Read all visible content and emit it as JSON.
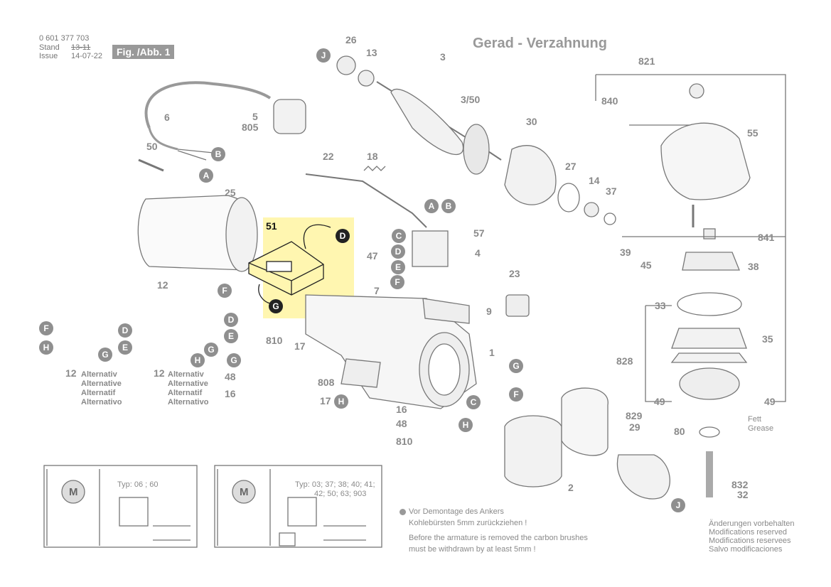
{
  "header": {
    "part_number": "0 601 377 703",
    "stand_label": "Stand",
    "issue_label": "Issue",
    "stand_date": "13-11",
    "issue_date": "14-07-22",
    "figure_label": "Fig. /Abb. 1",
    "title": "Gerad - Verzahnung"
  },
  "part_numbers": {
    "p26": "26",
    "p13": "13",
    "p3": "3",
    "p3_50": "3/50",
    "p6": "6",
    "p5": "5",
    "p805": "805",
    "p50": "50",
    "p25": "25",
    "p22": "22",
    "p18": "18",
    "p30": "30",
    "p27": "27",
    "p14": "14",
    "p37": "37",
    "p57": "57",
    "p4": "4",
    "p47": "47",
    "p7": "7",
    "p51": "51",
    "p23": "23",
    "p9": "9",
    "p1": "1",
    "p12a": "12",
    "p12b": "12",
    "p12c": "12",
    "p810a": "810",
    "p17a": "17",
    "p48a": "48",
    "p16a": "16",
    "p808": "808",
    "p17b": "17",
    "p16b": "16",
    "p48b": "48",
    "p810b": "810",
    "p2": "2",
    "p829": "829",
    "p29": "29",
    "p821": "821",
    "p840": "840",
    "p55": "55",
    "p841": "841",
    "p39": "39",
    "p45": "45",
    "p38": "38",
    "p33": "33",
    "p35": "35",
    "p828": "828",
    "p49a": "49",
    "p49b": "49",
    "p80": "80",
    "p832": "832",
    "p32": "32"
  },
  "wire_markers": {
    "J1": "J",
    "B1": "B",
    "A1": "A",
    "A2": "A",
    "B2": "B",
    "C1": "C",
    "D1": "D",
    "E1": "E",
    "F1": "F",
    "D_hl": "D",
    "G_hl": "G",
    "F2": "F",
    "D2": "D",
    "E2": "E",
    "F3": "F",
    "D3": "D",
    "E3": "E",
    "H1": "H",
    "G1": "G",
    "G2": "G",
    "H2": "H",
    "G3": "G",
    "C2": "C",
    "F4": "F",
    "H3": "H",
    "H4": "H",
    "J2": "J"
  },
  "alternativ_text": {
    "line1": "Alternativ",
    "line2": "Alternative",
    "line3": "Alternatif",
    "line4": "Alternativo"
  },
  "grease": {
    "de": "Fett",
    "en": "Grease"
  },
  "wiring": {
    "typ1": "Typ: 06 ; 60",
    "typ2_line1": "Typ: 03; 37; 38; 40; 41;",
    "typ2_line2": "42; 50; 63; 903",
    "motor": "M"
  },
  "notes": {
    "de_line1": "Vor Demontage des Ankers",
    "de_line2": "Kohlebürsten 5mm zurückziehen !",
    "en_line1": "Before the armature is removed the carbon brushes",
    "en_line2": "must be withdrawn by at least 5mm !"
  },
  "disclaimer": {
    "de": "Änderungen vorbehalten",
    "en": "Modifications reserved",
    "fr": "Modifications reservees",
    "es": "Salvo modificaciones"
  },
  "colors": {
    "highlight": "#fff6b0",
    "ink": "#8a8a8a",
    "marker_dark": "#222222"
  }
}
